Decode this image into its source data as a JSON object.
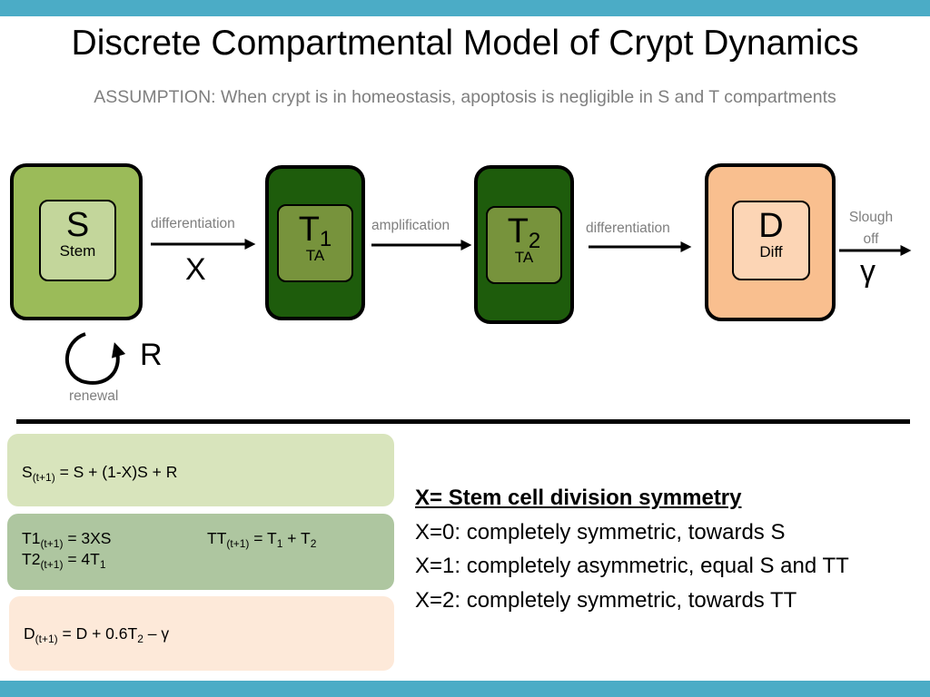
{
  "title": "Discrete Compartmental Model of Crypt Dynamics",
  "subtitle": "ASSUMPTION: When crypt is in homeostasis, apoptosis is negligible in S and T compartments",
  "compartments": {
    "s": {
      "symbol": "S",
      "label": "Stem",
      "fill": "#9bbb59",
      "inner_fill": "#c3d69b"
    },
    "t1": {
      "symbol": "T",
      "sub": "1",
      "label": "TA",
      "fill": "#1e5c0c",
      "inner_fill": "#77933c"
    },
    "t2": {
      "symbol": "T",
      "sub": "2",
      "label": "TA",
      "fill": "#1e5c0c",
      "inner_fill": "#77933c"
    },
    "d": {
      "symbol": "D",
      "label": "Diff",
      "fill": "#f9bf8f",
      "inner_fill": "#fcd5b5"
    }
  },
  "transitions": {
    "s_t1": {
      "label": "differentiation",
      "symbol": "X"
    },
    "t1_t2": {
      "label": "amplification"
    },
    "t2_d": {
      "label": "differentiation"
    },
    "d_out": {
      "label_line1": "Slough",
      "label_line2": "off",
      "symbol": "γ"
    },
    "renewal": {
      "label": "renewal",
      "symbol": "R"
    }
  },
  "equations": {
    "s": {
      "lhs": "S",
      "sub": "(t+1)",
      "rhs": " = S + (1-X)S + R"
    },
    "t1": {
      "lhs": "T1",
      "sub": "(t+1)",
      "rhs": " = 3XS"
    },
    "t2": {
      "lhs": "T2",
      "sub": "(t+1)",
      "rhs": " = 4T",
      "rhs_sub": "1"
    },
    "tt": {
      "lhs": "TT",
      "sub": "(t+1)",
      "rhs_a": " = T",
      "rhs_sub_a": "1",
      "rhs_b": " + T",
      "rhs_sub_b": "2"
    },
    "d": {
      "lhs": "D",
      "sub": "(t+1)",
      "rhs_a": " = D + 0.6T",
      "rhs_sub": "2",
      "rhs_b": " – γ"
    }
  },
  "notes": {
    "heading": "X= Stem cell division symmetry",
    "lines": [
      "X=0: completely symmetric, towards S",
      "X=1: completely asymmetric, equal S and TT",
      "X=2: completely symmetric, towards TT"
    ]
  },
  "colors": {
    "band": "#4bacc6",
    "label_gray": "#7f7f7f"
  }
}
